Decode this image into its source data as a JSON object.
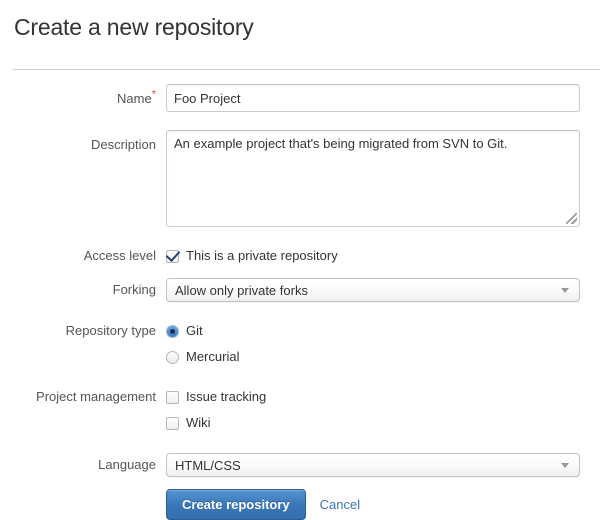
{
  "page": {
    "title": "Create a new repository"
  },
  "form": {
    "name": {
      "label": "Name",
      "required_marker": "*",
      "value": "Foo Project",
      "placeholder": ""
    },
    "description": {
      "label": "Description",
      "value": "An example project that's being migrated from SVN to Git.",
      "placeholder": ""
    },
    "access_level": {
      "label": "Access level",
      "checkbox_label": "This is a private repository",
      "checked": true
    },
    "forking": {
      "label": "Forking",
      "selected": "Allow only private forks"
    },
    "repository_type": {
      "label": "Repository type",
      "options": [
        {
          "label": "Git",
          "selected": true
        },
        {
          "label": "Mercurial",
          "selected": false
        }
      ]
    },
    "project_management": {
      "label": "Project management",
      "options": [
        {
          "label": "Issue tracking",
          "checked": false
        },
        {
          "label": "Wiki",
          "checked": false
        }
      ]
    },
    "language": {
      "label": "Language",
      "selected": "HTML/CSS"
    },
    "actions": {
      "submit_label": "Create repository",
      "cancel_label": "Cancel"
    }
  },
  "colors": {
    "primary_button": "#3a77b8",
    "link": "#3f74b5",
    "required_star": "#d9563d",
    "label_text": "#555555",
    "body_text": "#333333",
    "divider": "#cfcfcf",
    "input_border": "#cccccc"
  }
}
